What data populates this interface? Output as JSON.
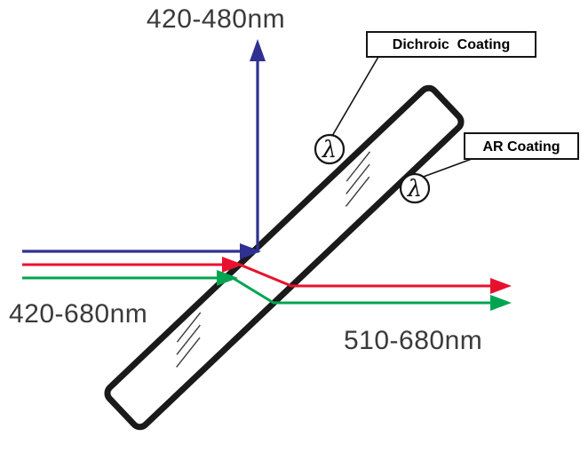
{
  "diagram": {
    "reflected_beam_label": "420-480nm",
    "input_beam_label": "420-680nm",
    "transmitted_beam_label": "510-680nm",
    "dichroic_coating_label": "Dichroic  Coating",
    "ar_coating_label": "AR Coating",
    "lambda_symbol": "λ"
  },
  "colors": {
    "blue_beam": "#2E3192",
    "red_beam": "#E8112D",
    "green_beam": "#00A551",
    "outline": "#1A1A1A",
    "label_text": "#3A3A3A"
  }
}
